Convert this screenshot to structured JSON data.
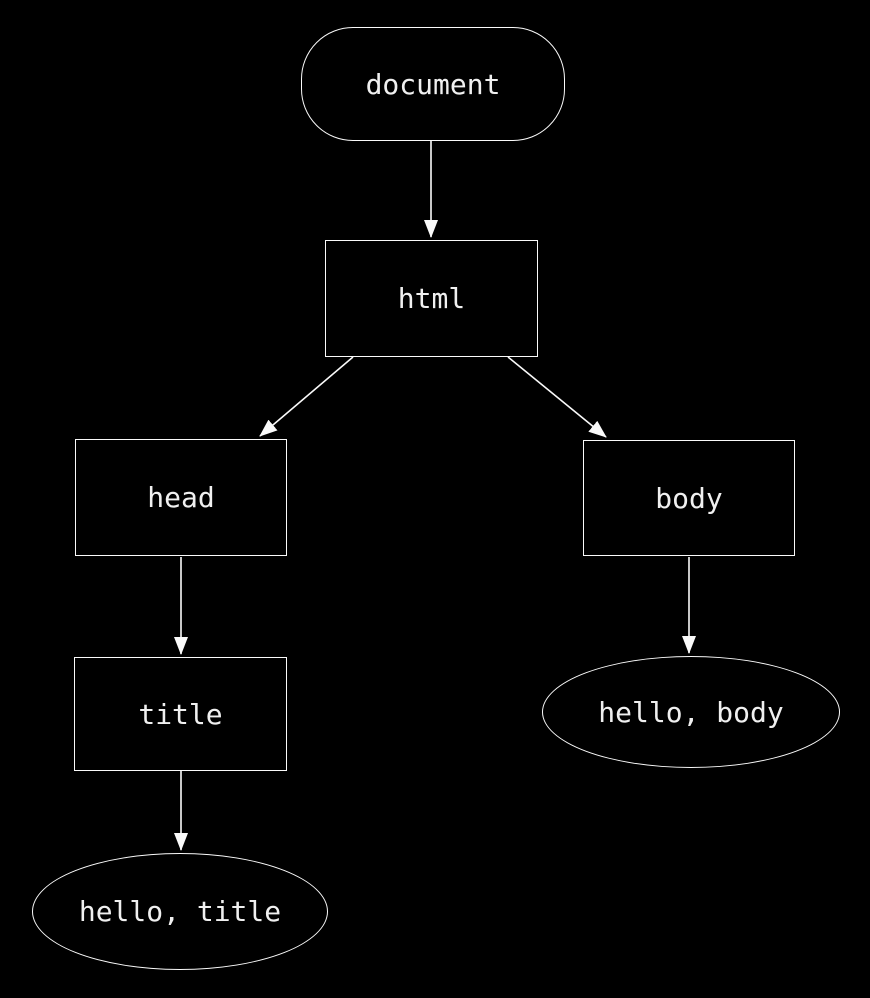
{
  "diagram": {
    "background_color": "#000000",
    "node_border_color": "#fafafa",
    "node_fill_color": "#000000",
    "text_color": "#f0f0f0",
    "arrow_color": "#fafafa",
    "nodes": [
      {
        "id": "document",
        "label": "document",
        "shape": "rounded-rect"
      },
      {
        "id": "html",
        "label": "html",
        "shape": "rect"
      },
      {
        "id": "head",
        "label": "head",
        "shape": "rect"
      },
      {
        "id": "body",
        "label": "body",
        "shape": "rect"
      },
      {
        "id": "title",
        "label": "title",
        "shape": "rect"
      },
      {
        "id": "hello-title",
        "label": "hello, title",
        "shape": "ellipse"
      },
      {
        "id": "hello-body",
        "label": "hello, body",
        "shape": "ellipse"
      }
    ],
    "edges": [
      {
        "from": "document",
        "to": "html"
      },
      {
        "from": "html",
        "to": "head"
      },
      {
        "from": "html",
        "to": "body"
      },
      {
        "from": "head",
        "to": "title"
      },
      {
        "from": "title",
        "to": "hello-title"
      },
      {
        "from": "body",
        "to": "hello-body"
      }
    ]
  }
}
